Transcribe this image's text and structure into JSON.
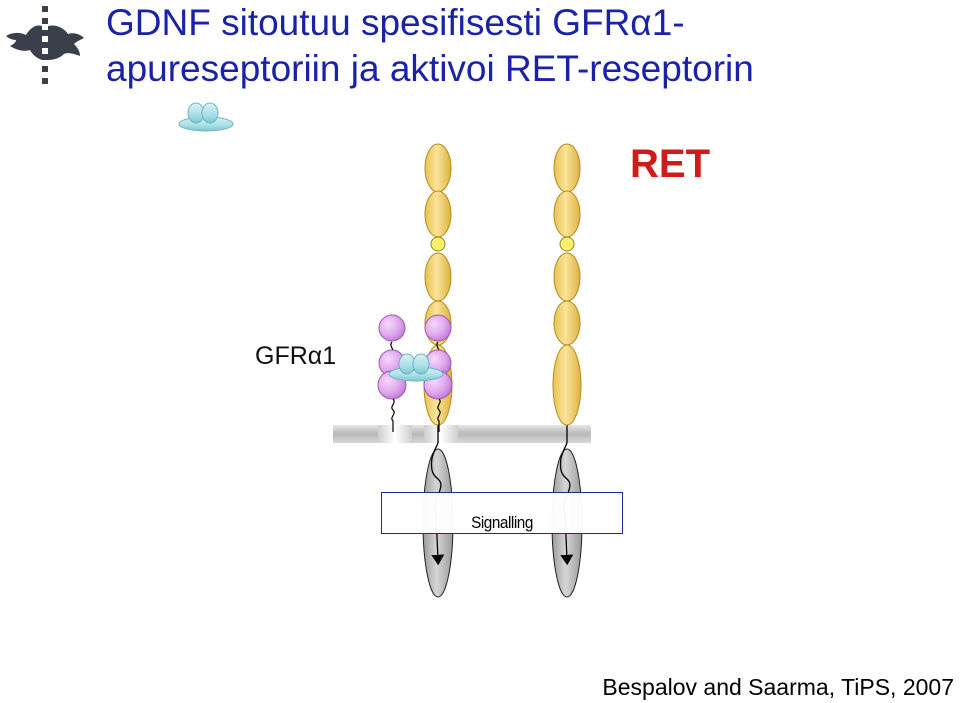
{
  "slide": {
    "title_line1": "GDNF sitoutuu spesifisesti GFRα1-",
    "title_line2": "apureseptoriin ja aktivoi RET-reseptorin"
  },
  "diagram": {
    "ret_label": "RET",
    "gfra1_label": "GFRα1",
    "signalling_label": "Signalling",
    "colors": {
      "title": "#1a22a8",
      "ret_label": "#d11a1a",
      "ret_domain": "#f2d16e",
      "ret_linker": "#f6f06a",
      "gfra1_domain": "#dfa6ee",
      "gdnf": "#a9dfe6",
      "membrane": "#c8c8c8",
      "kinase": "#b9b9b9",
      "signal_box_border": "#1c2c9c"
    }
  },
  "citation": "Bespalov and Saarma, TiPS, 2007"
}
